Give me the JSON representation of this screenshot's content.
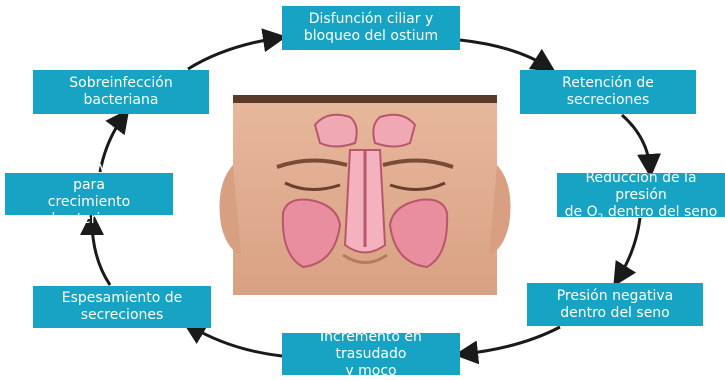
{
  "diagram": {
    "accent_color": "#16a3c4",
    "nodes": {
      "top": {
        "line1": "Disfunción ciliar y",
        "line2": "bloqueo del ostium"
      },
      "right1": {
        "line1": "Retención de",
        "line2": "secreciones"
      },
      "right2": {
        "line1": "Reducción de la presión",
        "line2_pre": "de O",
        "line2_sub": "2",
        "line2_post": " dentro del seno"
      },
      "right3": {
        "line1": "Presión negativa",
        "line2": "dentro del seno"
      },
      "bottom": {
        "line1": "Incremento en trasudado",
        "line2": "y moco"
      },
      "left3": {
        "line1": "Espesamiento de",
        "line2": "secreciones"
      },
      "left2": {
        "line1": "Entorno favorable para",
        "line2": "crecimiento bacteriano"
      },
      "left1": {
        "line1": "Sobreinfección",
        "line2": "bacteriana"
      }
    }
  }
}
